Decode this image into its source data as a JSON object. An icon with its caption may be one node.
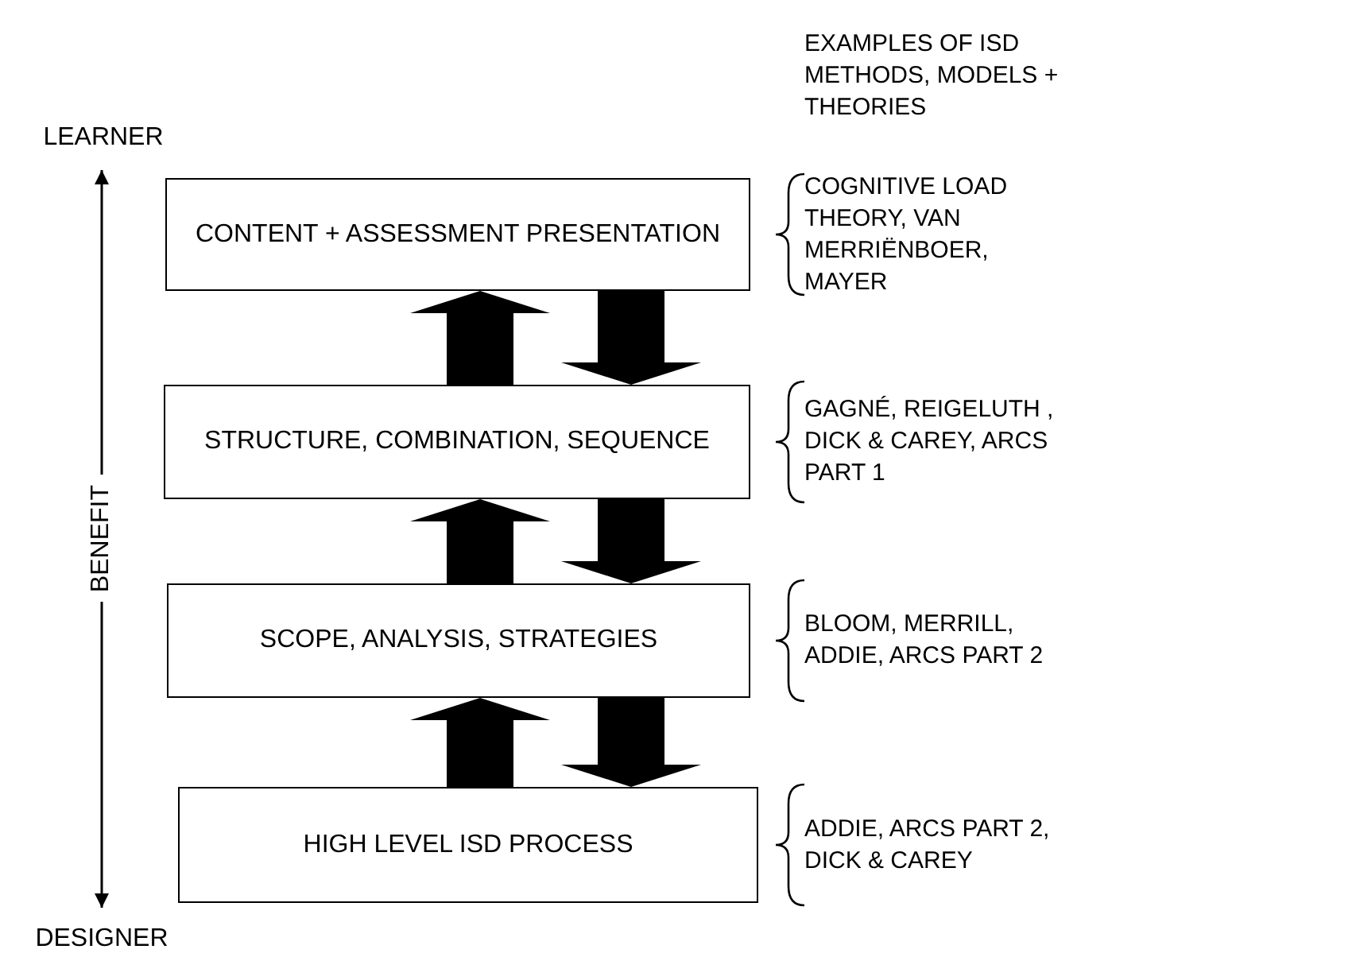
{
  "diagram": {
    "nodes": [
      {
        "text": [
          "LEARNER"
        ]
      },
      {
        "text": [
          "CONTENT + ASSESSMENT PRESENTATION"
        ],
        "beside": [
          "COGNITIVE LOAD THEORY, VAN MERRIËNBOER, MAYER"
        ]
      },
      {
        "text": [
          "STRUCTURE, COMBINATION, SEQUENCE"
        ],
        "beside": [
          "GAGNÉ, REIGELUTH , DICK & CAREY, ARCS PART 1"
        ]
      },
      {
        "text": [
          "SCOPE, ANALYSIS, STRATEGIES"
        ],
        "beside": [
          "BLOOM, MERRILL, ADDIE, ARCS PART 2"
        ]
      },
      {
        "text": [
          "HIGH LEVEL ISD PROCESS"
        ],
        "beside": [
          "ADDIE, ARCS PART 2, DICK & CAREY"
        ]
      },
      {
        "text": [
          "DESIGNER"
        ]
      }
    ],
    "edges": [
      {
        "from": 5,
        "to": 0,
        "arrow": "both",
        "label": "BENEFIT"
      },
      {
        "from": 2,
        "to": 1,
        "arrow": "to"
      },
      {
        "from": 1,
        "to": 2,
        "arrow": "to"
      },
      {
        "from": 3,
        "to": 2,
        "arrow": "to"
      },
      {
        "from": 2,
        "to": 3,
        "arrow": "to"
      },
      {
        "from": 4,
        "to": 3,
        "arrow": "to"
      },
      {
        "from": 3,
        "to": 4,
        "arrow": "to"
      }
    ],
    "labels": [
      "EXAMPLES OF ISD METHODS, MODELS + THEORIES"
    ]
  }
}
